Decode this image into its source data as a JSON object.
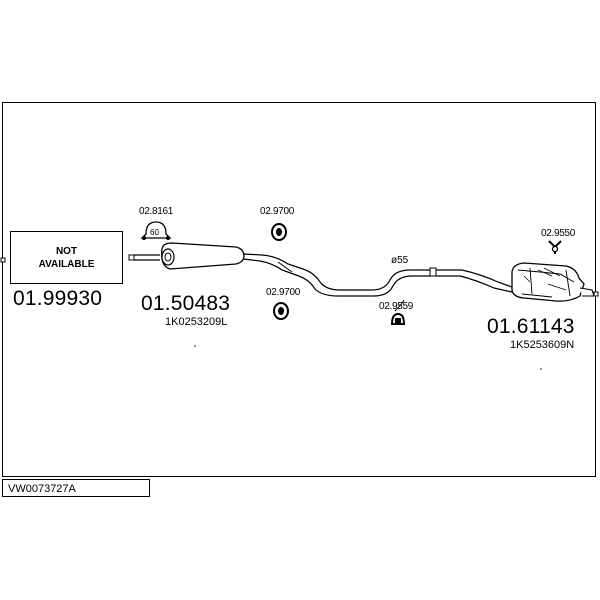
{
  "not_available": "NOT\nAVAILABLE",
  "reference_code": "VW0073727A",
  "parts": [
    {
      "number": "01.99930"
    },
    {
      "number": "01.50483",
      "oem": "1K0253209L"
    },
    {
      "number": "01.61143",
      "oem": "1K5253609N"
    }
  ],
  "accessories": [
    {
      "code": "02.8161",
      "marking": "60"
    },
    {
      "code": "02.9700"
    },
    {
      "code": "02.9700"
    },
    {
      "code": "02.9559"
    },
    {
      "code": "02.9550"
    }
  ],
  "pipe_diameter": "ø55",
  "colors": {
    "line": "#000000",
    "background": "#ffffff"
  }
}
